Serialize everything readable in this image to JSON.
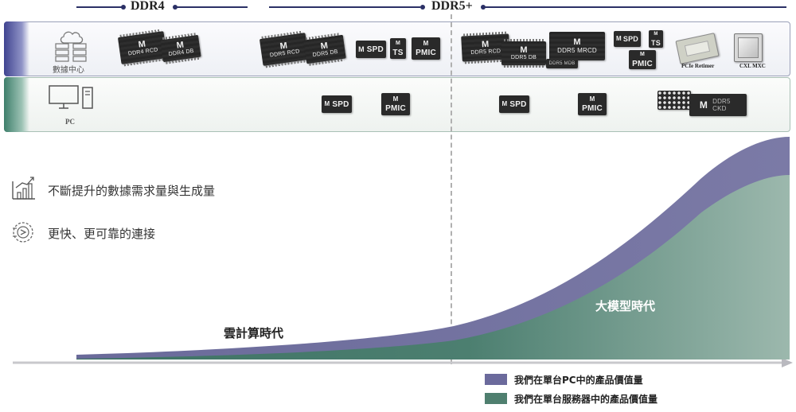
{
  "eras": {
    "left": "DDR4",
    "right": "DDR5+"
  },
  "rows": {
    "datacenter_label": "數據中心",
    "pc_label": "PC"
  },
  "chips": {
    "ddr4_rcd": "DDR4 RCD",
    "ddr4_db": "DDR4 DB",
    "ddr5_rcd": "DDR5 RCD",
    "ddr5_db": "DDR5 DB",
    "spd": "SPD",
    "ts": "TS",
    "pmic": "PMIC",
    "ddr5_rcd_2": "DDR5 RCD",
    "ddr5_db_2": "DDR5 DB",
    "ddr5_mdb": "DDR5 MDB",
    "ddr5_mrcd": "DDR5 MRCD",
    "spd_2": "SPD",
    "ts_2": "TS",
    "pmic_2": "PMIC",
    "pcie_retimer": "PCIe Retimer",
    "cxl_mxc": "CXL MXC",
    "pc_spd": "SPD",
    "pc_pmic": "PMIC",
    "pc_spd_2": "SPD",
    "pc_pmic_2": "PMIC",
    "ddr5_ckd": "DDR5 CKD"
  },
  "bullets": [
    "不斷提升的數據需求量與生成量",
    "更快、更可靠的連接"
  ],
  "eras_text": {
    "cloud": "雲計算時代",
    "large_model": "大模型時代"
  },
  "legend": [
    {
      "label": "我們在單台PC中的產品價值量",
      "color": "#6b6a9c"
    },
    {
      "label": "我們在單台服務器中的產品價值量",
      "color": "#4f7f6f"
    }
  ]
}
